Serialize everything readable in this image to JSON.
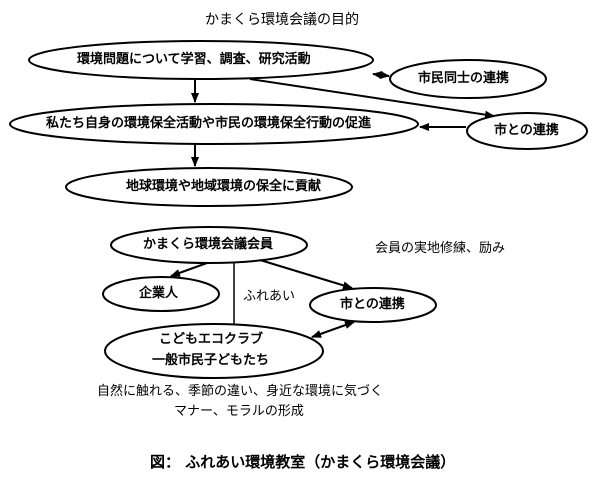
{
  "title": "かまくら環境会議の目的",
  "caption": "図： ふれあい環境教室（かまくら環境会議）",
  "top": {
    "study": "環境問題について学習、調査、研究活動",
    "citizens": "市民同士の連携",
    "promotion": "私たち自身の環境保全活動や市民の環境保全行動の促進",
    "city": "市との連携",
    "contribution": "地球環境や地域環境の保全に貢献"
  },
  "bottom": {
    "members": "かまくら環境会議会員",
    "members_note": "会員の実地修練、励み",
    "business": "企業人",
    "fureai": "ふれあい",
    "city": "市との連携",
    "kids_line1": "こどもエコクラブ",
    "kids_line2": "一般市民子どもたち",
    "note_line1": "自然に触れる、季節の違い、身近な環境に気づく",
    "note_line2": "マナー、モラルの形成"
  }
}
